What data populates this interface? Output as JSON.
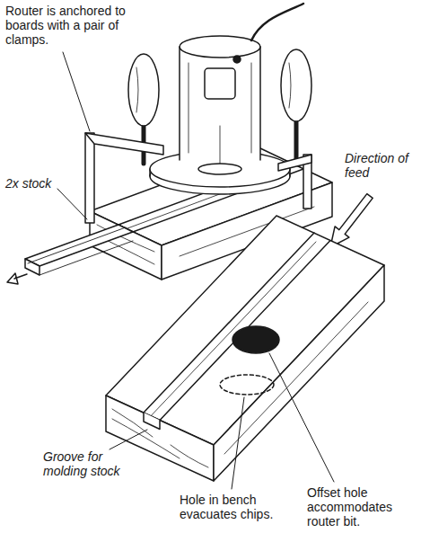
{
  "diagram": {
    "labels": [
      "Router is anchored to boards with a pair of clamps.",
      "2x stock",
      "Direction of feed",
      "Groove for molding stock",
      "Hole in bench evacuates chips.",
      "Offset hole accommodates router bit."
    ]
  }
}
